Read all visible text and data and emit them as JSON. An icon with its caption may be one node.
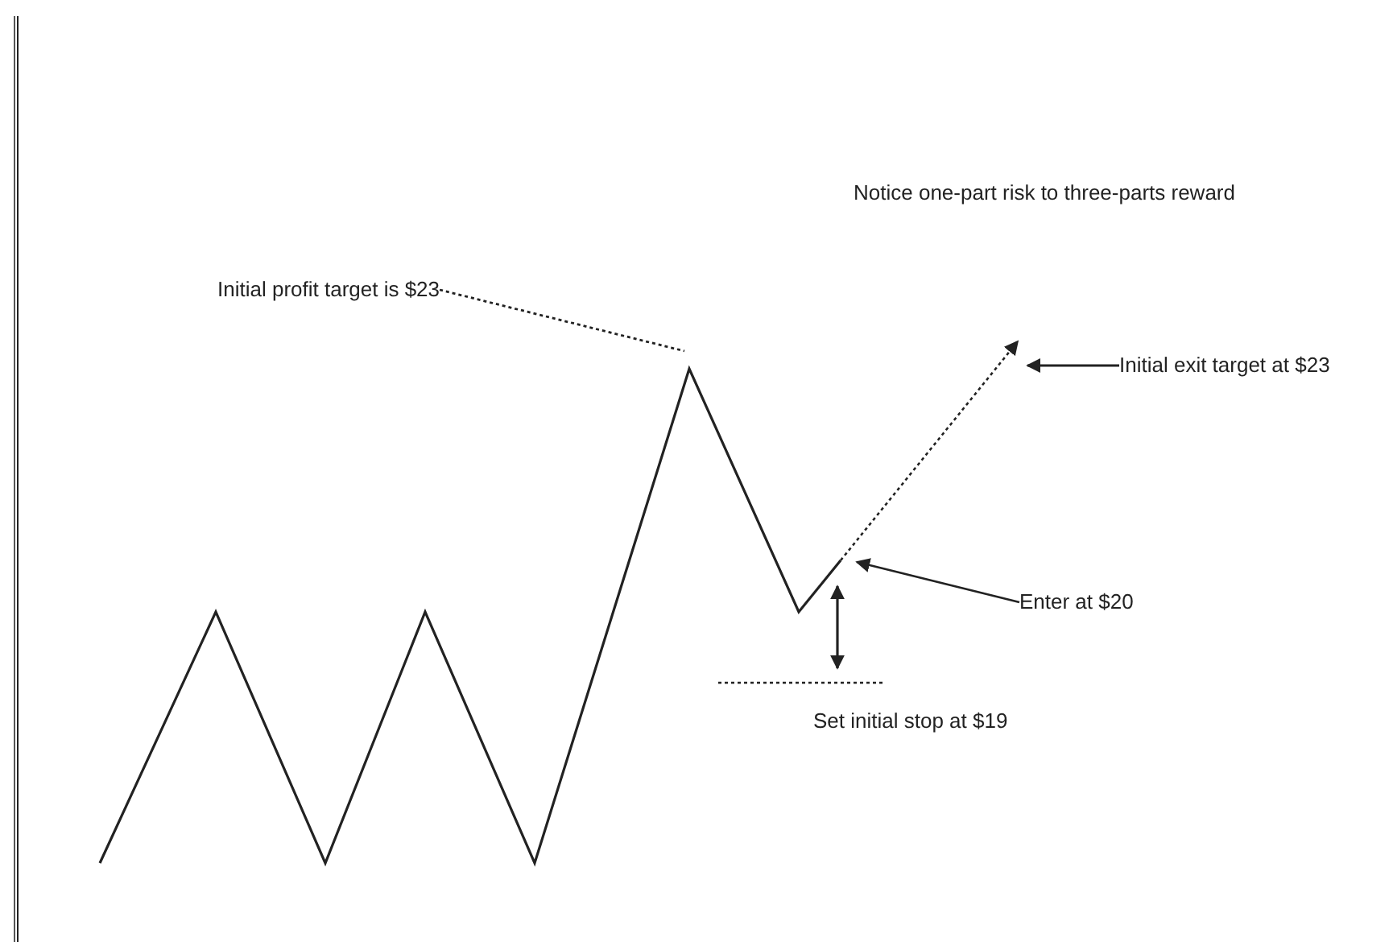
{
  "diagram": {
    "nodes": [
      {
        "text": [
          "Initial profit target is $23"
        ]
      },
      {
        "text": [
          "Initial exit target at $23"
        ]
      },
      {
        "text": [
          "Enter at $20"
        ]
      },
      {
        "text": [
          "Set initial stop at $19"
        ]
      }
    ],
    "edges": [
      {
        "from": 0,
        "to": null,
        "arrow": "none",
        "style": "dashed"
      },
      {
        "from": 1,
        "to": null,
        "arrow": "to"
      },
      {
        "from": 2,
        "to": null,
        "arrow": "to"
      }
    ],
    "labels": [
      "Notice one-part risk to three-parts reward"
    ]
  }
}
